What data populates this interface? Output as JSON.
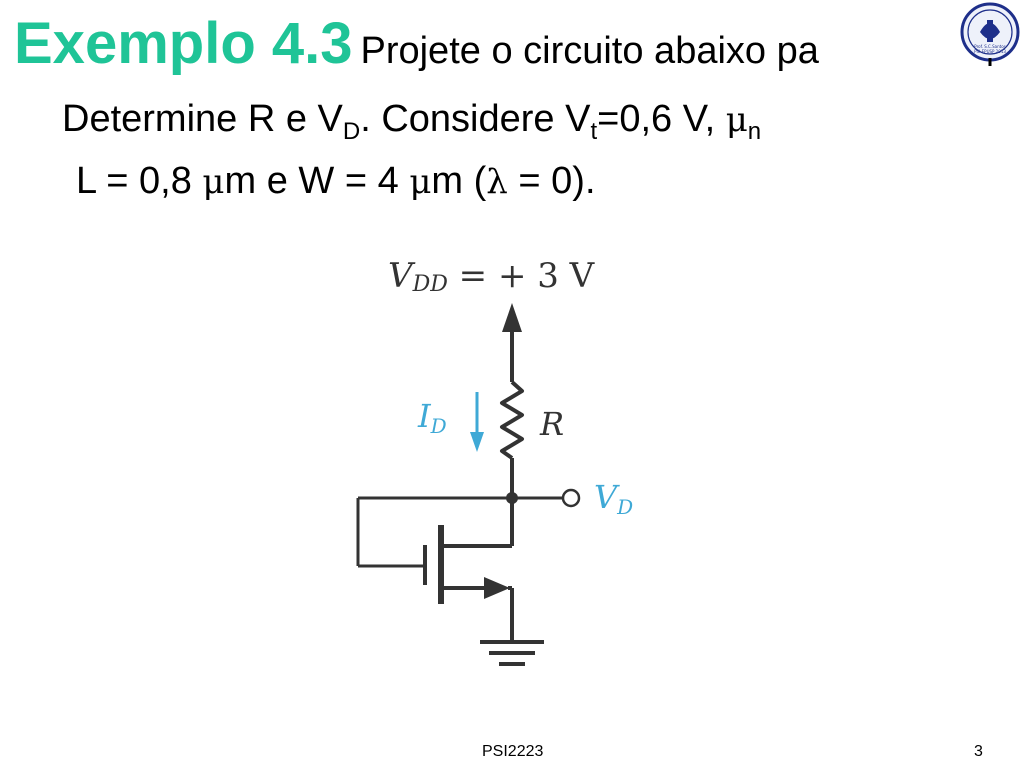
{
  "title": {
    "heading": "Exemplo 4.3",
    "text": "Projete o circuito abaixo pa"
  },
  "line2": {
    "p1": "Determine R e V",
    "sub1": "D",
    "p2": ". Considere V",
    "sub2": "t",
    "p3": "=0,6 V,  ",
    "mu": "μ",
    "sub3": "n"
  },
  "line3": {
    "p1": "L = 0,8 ",
    "mu1": "μ",
    "p2": "m e W = 4 ",
    "mu2": "μ",
    "p3": "m (",
    "lambda": "λ",
    "p4": " = 0)."
  },
  "circuit": {
    "vdd_label": "V",
    "vdd_sub": "DD",
    "vdd_value": " = + 3 V",
    "id_label": "I",
    "id_sub": "D",
    "r_label": "R",
    "vd_label": "V",
    "vd_sub": "D"
  },
  "logo": {
    "icon": "university-seal-icon",
    "text1": "Prof. S.C.Santos",
    "text2": "PSI-EPUSP 2013"
  },
  "footer": {
    "course": "PSI2223",
    "page": "3"
  },
  "colors": {
    "title": "#1fc497",
    "current_arrow": "#3fa9d6",
    "circuit": "#333333"
  }
}
